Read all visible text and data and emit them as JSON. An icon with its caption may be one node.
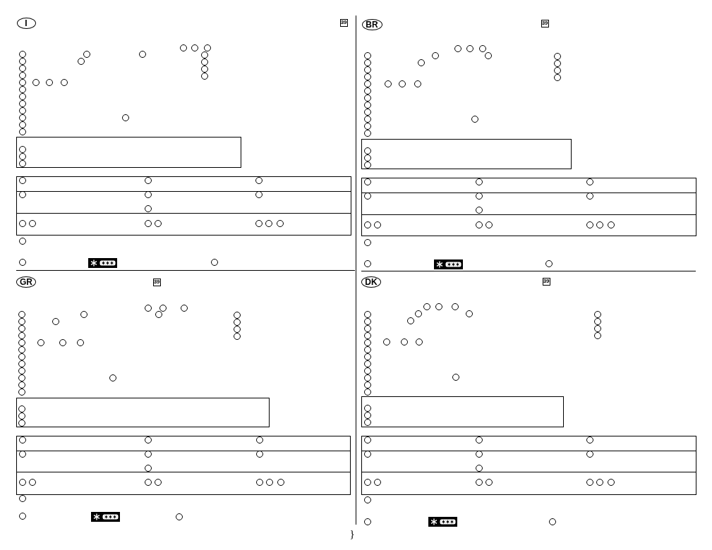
{
  "diagram": {
    "nodes": [
      {
        "text": [
          "I"
        ]
      },
      {
        "text": [
          "39"
        ]
      },
      {
        "text": [],
        "shape": "circle"
      },
      {
        "text": [],
        "shape": "circle"
      },
      {
        "text": [],
        "shape": "circle"
      },
      {
        "text": [],
        "shape": "circle"
      },
      {
        "text": [],
        "shape": "circle"
      },
      {
        "text": [],
        "shape": "circle"
      },
      {
        "text": [],
        "shape": "circle"
      },
      {
        "text": [],
        "shape": "circle"
      },
      {
        "text": [],
        "shape": "circle"
      },
      {
        "text": [],
        "shape": "circle"
      },
      {
        "text": [],
        "shape": "circle"
      },
      {
        "text": [],
        "shape": "circle"
      },
      {
        "text": [],
        "shape": "circle"
      },
      {
        "text": [],
        "shape": "circle"
      },
      {
        "text": [],
        "shape": "circle"
      },
      {
        "text": [],
        "shape": "circle"
      },
      {
        "text": [],
        "shape": "circle"
      },
      {
        "text": [],
        "shape": "circle"
      },
      {
        "text": [],
        "shape": "circle"
      },
      {
        "text": [],
        "shape": "circle"
      },
      {
        "text": [],
        "shape": "circle"
      },
      {
        "text": [],
        "shape": "circle"
      },
      {
        "text": [],
        "shape": "circle"
      },
      {
        "text": [],
        "shape": "circle"
      },
      {
        "text": [],
        "shape": "circle"
      },
      {
        "text": [],
        "shape": "circle"
      },
      {
        "text": [],
        "shape": "box"
      },
      {
        "text": [],
        "shape": "circle",
        "in": 28
      },
      {
        "text": [],
        "shape": "circle",
        "in": 28
      },
      {
        "text": [],
        "shape": "circle",
        "in": 28
      },
      {
        "text": [],
        "shape": "box"
      },
      {
        "text": [],
        "shape": "circle",
        "in": 32
      },
      {
        "text": [],
        "shape": "circle",
        "in": 32
      },
      {
        "text": [],
        "shape": "circle",
        "in": 32
      },
      {
        "text": [],
        "shape": "box"
      },
      {
        "text": [],
        "shape": "circle",
        "in": 36
      },
      {
        "text": [],
        "shape": "circle",
        "in": 36
      },
      {
        "text": [],
        "shape": "circle",
        "in": 36
      },
      {
        "text": [],
        "shape": "circle",
        "in": 36
      },
      {
        "text": [],
        "shape": "box"
      },
      {
        "text": [],
        "shape": "circle",
        "in": 41
      },
      {
        "text": [],
        "shape": "circle",
        "in": 41
      },
      {
        "text": [],
        "shape": "circle",
        "in": 41
      },
      {
        "text": [],
        "shape": "circle",
        "in": 41
      },
      {
        "text": [],
        "shape": "circle",
        "in": 41
      },
      {
        "text": [],
        "shape": "circle",
        "in": 41
      },
      {
        "text": [],
        "shape": "circle",
        "in": 41
      },
      {
        "text": [],
        "shape": "circle"
      },
      {
        "text": [],
        "shape": "circle"
      },
      {
        "text": [],
        "shape": "circle"
      },
      {
        "text": [
          "BR"
        ]
      },
      {
        "text": [
          "39"
        ]
      },
      {
        "text": [],
        "shape": "circle"
      },
      {
        "text": [],
        "shape": "circle"
      },
      {
        "text": [],
        "shape": "circle"
      },
      {
        "text": [],
        "shape": "circle"
      },
      {
        "text": [],
        "shape": "circle"
      },
      {
        "text": [],
        "shape": "circle"
      },
      {
        "text": [],
        "shape": "circle"
      },
      {
        "text": [],
        "shape": "circle"
      },
      {
        "text": [],
        "shape": "circle"
      },
      {
        "text": [],
        "shape": "circle"
      },
      {
        "text": [],
        "shape": "circle"
      },
      {
        "text": [],
        "shape": "circle"
      },
      {
        "text": [],
        "shape": "circle"
      },
      {
        "text": [],
        "shape": "circle"
      },
      {
        "text": [],
        "shape": "circle"
      },
      {
        "text": [],
        "shape": "circle"
      },
      {
        "text": [],
        "shape": "circle"
      },
      {
        "text": [],
        "shape": "circle"
      },
      {
        "text": [],
        "shape": "circle"
      },
      {
        "text": [],
        "shape": "circle"
      },
      {
        "text": [],
        "shape": "circle"
      },
      {
        "text": [],
        "shape": "circle"
      },
      {
        "text": [],
        "shape": "circle"
      },
      {
        "text": [],
        "shape": "circle"
      },
      {
        "text": [],
        "shape": "circle"
      },
      {
        "text": [],
        "shape": "circle"
      },
      {
        "text": [],
        "shape": "box"
      },
      {
        "text": [],
        "shape": "circle",
        "in": 80
      },
      {
        "text": [],
        "shape": "circle",
        "in": 80
      },
      {
        "text": [],
        "shape": "circle",
        "in": 80
      },
      {
        "text": [],
        "shape": "box"
      },
      {
        "text": [],
        "shape": "circle",
        "in": 84
      },
      {
        "text": [],
        "shape": "circle",
        "in": 84
      },
      {
        "text": [],
        "shape": "circle",
        "in": 84
      },
      {
        "text": [],
        "shape": "box"
      },
      {
        "text": [],
        "shape": "circle",
        "in": 88
      },
      {
        "text": [],
        "shape": "circle",
        "in": 88
      },
      {
        "text": [],
        "shape": "circle",
        "in": 88
      },
      {
        "text": [],
        "shape": "circle",
        "in": 88
      },
      {
        "text": [],
        "shape": "box"
      },
      {
        "text": [],
        "shape": "circle",
        "in": 93
      },
      {
        "text": [],
        "shape": "circle",
        "in": 93
      },
      {
        "text": [],
        "shape": "circle",
        "in": 93
      },
      {
        "text": [],
        "shape": "circle",
        "in": 93
      },
      {
        "text": [],
        "shape": "circle",
        "in": 93
      },
      {
        "text": [],
        "shape": "circle",
        "in": 93
      },
      {
        "text": [],
        "shape": "circle",
        "in": 93
      },
      {
        "text": [],
        "shape": "circle"
      },
      {
        "text": [],
        "shape": "circle"
      },
      {
        "text": [],
        "shape": "circle"
      },
      {
        "text": [
          "GR"
        ]
      },
      {
        "text": [
          "39"
        ]
      },
      {
        "text": [],
        "shape": "circle"
      },
      {
        "text": [],
        "shape": "circle"
      },
      {
        "text": [],
        "shape": "circle"
      },
      {
        "text": [],
        "shape": "circle"
      },
      {
        "text": [],
        "shape": "circle"
      },
      {
        "text": [],
        "shape": "circle"
      },
      {
        "text": [],
        "shape": "circle"
      },
      {
        "text": [],
        "shape": "circle"
      },
      {
        "text": [],
        "shape": "circle"
      },
      {
        "text": [],
        "shape": "circle"
      },
      {
        "text": [],
        "shape": "circle"
      },
      {
        "text": [],
        "shape": "circle"
      },
      {
        "text": [],
        "shape": "circle"
      },
      {
        "text": [],
        "shape": "circle"
      },
      {
        "text": [],
        "shape": "circle"
      },
      {
        "text": [],
        "shape": "circle"
      },
      {
        "text": [],
        "shape": "circle"
      },
      {
        "text": [],
        "shape": "circle"
      },
      {
        "text": [],
        "shape": "circle"
      },
      {
        "text": [],
        "shape": "circle"
      },
      {
        "text": [],
        "shape": "circle"
      },
      {
        "text": [],
        "shape": "circle"
      },
      {
        "text": [],
        "shape": "circle"
      },
      {
        "text": [],
        "shape": "circle"
      },
      {
        "text": [],
        "shape": "circle"
      },
      {
        "text": [],
        "shape": "circle"
      },
      {
        "text": [],
        "shape": "box"
      },
      {
        "text": [],
        "shape": "circle",
        "in": 132
      },
      {
        "text": [],
        "shape": "circle",
        "in": 132
      },
      {
        "text": [],
        "shape": "circle",
        "in": 132
      },
      {
        "text": [],
        "shape": "box"
      },
      {
        "text": [],
        "shape": "circle",
        "in": 136
      },
      {
        "text": [],
        "shape": "circle",
        "in": 136
      },
      {
        "text": [],
        "shape": "circle",
        "in": 136
      },
      {
        "text": [],
        "shape": "box"
      },
      {
        "text": [],
        "shape": "circle",
        "in": 140
      },
      {
        "text": [],
        "shape": "circle",
        "in": 140
      },
      {
        "text": [],
        "shape": "circle",
        "in": 140
      },
      {
        "text": [],
        "shape": "circle",
        "in": 140
      },
      {
        "text": [],
        "shape": "box"
      },
      {
        "text": [],
        "shape": "circle",
        "in": 145
      },
      {
        "text": [],
        "shape": "circle",
        "in": 145
      },
      {
        "text": [],
        "shape": "circle",
        "in": 145
      },
      {
        "text": [],
        "shape": "circle",
        "in": 145
      },
      {
        "text": [],
        "shape": "circle",
        "in": 145
      },
      {
        "text": [],
        "shape": "circle",
        "in": 145
      },
      {
        "text": [],
        "shape": "circle",
        "in": 145
      },
      {
        "text": [],
        "shape": "circle"
      },
      {
        "text": [],
        "shape": "circle"
      },
      {
        "text": [],
        "shape": "circle"
      },
      {
        "text": [
          "DK"
        ]
      },
      {
        "text": [
          "39"
        ]
      },
      {
        "text": [],
        "shape": "circle"
      },
      {
        "text": [],
        "shape": "circle"
      },
      {
        "text": [],
        "shape": "circle"
      },
      {
        "text": [],
        "shape": "circle"
      },
      {
        "text": [],
        "shape": "circle"
      },
      {
        "text": [],
        "shape": "circle"
      },
      {
        "text": [],
        "shape": "circle"
      },
      {
        "text": [],
        "shape": "circle"
      },
      {
        "text": [],
        "shape": "circle"
      },
      {
        "text": [],
        "shape": "circle"
      },
      {
        "text": [],
        "shape": "circle"
      },
      {
        "text": [],
        "shape": "circle"
      },
      {
        "text": [],
        "shape": "circle"
      },
      {
        "text": [],
        "shape": "circle"
      },
      {
        "text": [],
        "shape": "circle"
      },
      {
        "text": [],
        "shape": "circle"
      },
      {
        "text": [],
        "shape": "circle"
      },
      {
        "text": [],
        "shape": "circle"
      },
      {
        "text": [],
        "shape": "circle"
      },
      {
        "text": [],
        "shape": "circle"
      },
      {
        "text": [],
        "shape": "circle"
      },
      {
        "text": [],
        "shape": "circle"
      },
      {
        "text": [],
        "shape": "circle"
      },
      {
        "text": [],
        "shape": "circle"
      },
      {
        "text": [],
        "shape": "circle"
      },
      {
        "text": [],
        "shape": "circle"
      },
      {
        "text": [],
        "shape": "box"
      },
      {
        "text": [],
        "shape": "circle",
        "in": 184
      },
      {
        "text": [],
        "shape": "circle",
        "in": 184
      },
      {
        "text": [],
        "shape": "circle",
        "in": 184
      },
      {
        "text": [],
        "shape": "box"
      },
      {
        "text": [],
        "shape": "circle",
        "in": 188
      },
      {
        "text": [],
        "shape": "circle",
        "in": 188
      },
      {
        "text": [],
        "shape": "circle",
        "in": 188
      },
      {
        "text": [],
        "shape": "box"
      },
      {
        "text": [],
        "shape": "circle",
        "in": 192
      },
      {
        "text": [],
        "shape": "circle",
        "in": 192
      },
      {
        "text": [],
        "shape": "circle",
        "in": 192
      },
      {
        "text": [],
        "shape": "circle",
        "in": 192
      },
      {
        "text": [],
        "shape": "box"
      },
      {
        "text": [],
        "shape": "circle",
        "in": 197
      },
      {
        "text": [],
        "shape": "circle",
        "in": 197
      },
      {
        "text": [],
        "shape": "circle",
        "in": 197
      },
      {
        "text": [],
        "shape": "circle",
        "in": 197
      },
      {
        "text": [],
        "shape": "circle",
        "in": 197
      },
      {
        "text": [],
        "shape": "circle",
        "in": 197
      },
      {
        "text": [],
        "shape": "circle",
        "in": 197
      },
      {
        "text": [],
        "shape": "circle"
      },
      {
        "text": [],
        "shape": "circle"
      },
      {
        "text": [],
        "shape": "circle"
      }
    ],
    "labels": [
      "}"
    ]
  }
}
